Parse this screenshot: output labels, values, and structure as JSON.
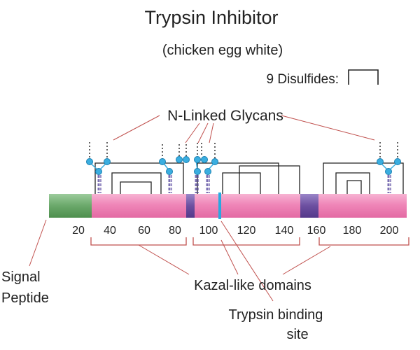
{
  "title": "Trypsin Inhibitor",
  "subtitle": "(chicken egg white)",
  "disulfide_legend": "9 Disulfides:",
  "glycan_label": "N-Linked Glycans",
  "kazal_label": "Kazal-like domains",
  "signal_label_line1": "Signal",
  "signal_label_line2": "Peptide",
  "trypsin_label_line1": "Trypsin binding",
  "trypsin_label_line2": "site",
  "ticks": [
    "20",
    "40",
    "60",
    "80",
    "100",
    "120",
    "140",
    "160",
    "180",
    "200"
  ],
  "colors": {
    "signal_peptide": "#6aa86a",
    "chain": "#ef86b8",
    "linker": "#6c4fa0",
    "binding_site": "#29a9e0",
    "leader": "#c0504d",
    "glycan": "#3aaee0",
    "disulfide": "#222222"
  }
}
